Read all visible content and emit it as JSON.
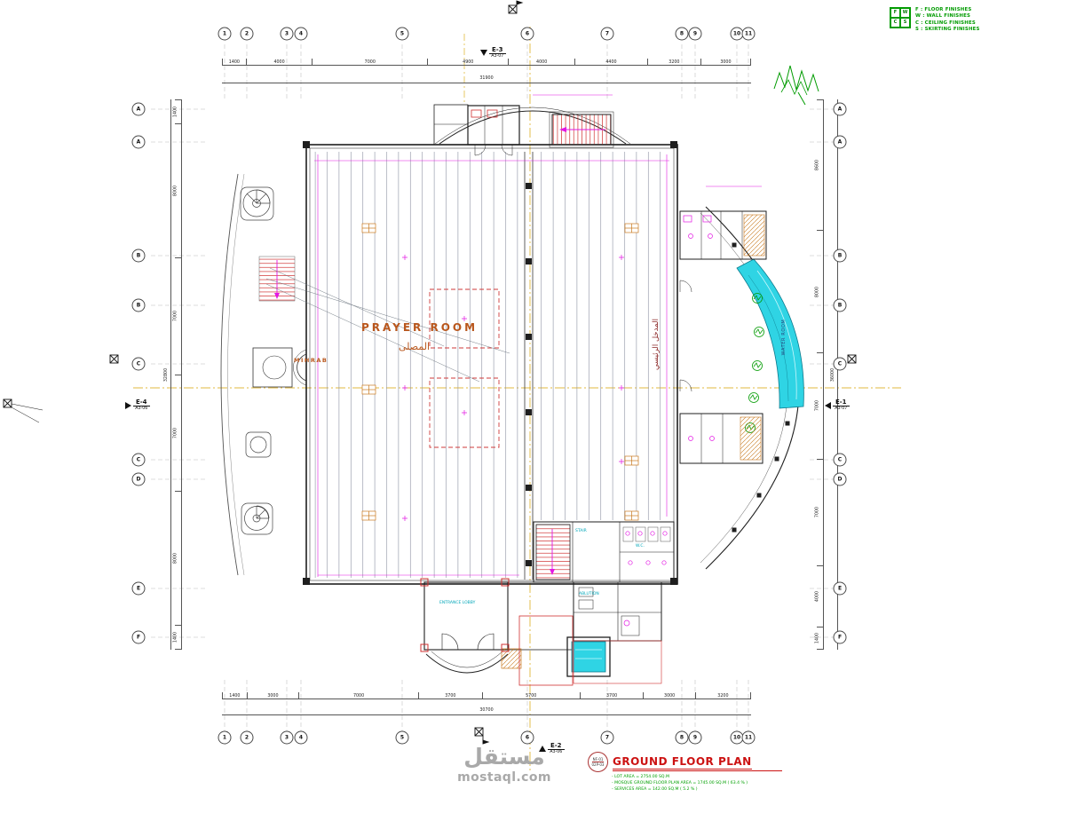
{
  "title_block": {
    "ref_top": "NF-01",
    "ref_bottom": "02P-03",
    "title": "GROUND FLOOR PLAN",
    "notes": [
      "LOT AREA = 2754.00 SQ.M",
      "MOSQUE GROUND FLOOR PLAN AREA = 1745.00 SQ.M ( 63.4 % )",
      "SERVICES AREA = 142.00 SQ.M ( 5.2 % )"
    ]
  },
  "legend": {
    "keys": [
      "F",
      "W",
      "C",
      "S"
    ],
    "items": [
      {
        "key": "F",
        "label": "FLOOR FINISHES"
      },
      {
        "key": "W",
        "label": "WALL FINISHES"
      },
      {
        "key": "C",
        "label": "CEILING FINISHES"
      },
      {
        "key": "S",
        "label": "SKIRTING FINISHES"
      }
    ]
  },
  "rooms": {
    "prayer_room": "PRAYER ROOM",
    "prayer_room_ar": "المصلى",
    "mihrab": "MIHRAB",
    "main_entrance_ar": "المدخل الرئيسي",
    "water_room": "WATER ROOM",
    "entrance_lobby": "ENTRANCE LOBBY",
    "ablution": "ABLUTION",
    "stair": "STAIR",
    "wc": "W.C."
  },
  "sections": {
    "top": {
      "id": "E-3",
      "sheet": "A3-07"
    },
    "bottom": {
      "id": "E-2",
      "sheet": "A3-06"
    },
    "left": {
      "id": "E-4",
      "sheet": "A3-06"
    },
    "right": {
      "id": "E-1",
      "sheet": "A3-07"
    }
  },
  "grid": {
    "columns": [
      "1",
      "2",
      "3",
      "4",
      "5",
      "6",
      "7",
      "8",
      "9",
      "10",
      "11"
    ],
    "rows": [
      "A",
      "A",
      "B",
      "B",
      "C",
      "C",
      "D",
      "E",
      "F"
    ]
  },
  "dimensions": {
    "top": [
      "1400",
      "4000",
      "7000",
      "4900",
      "4000",
      "4400",
      "3200",
      "3000"
    ],
    "top_total": "31900",
    "bottom": [
      "1400",
      "3000",
      "7000",
      "3700",
      "5700",
      "3700",
      "3000",
      "3200"
    ],
    "bottom_total": "30700",
    "left": [
      "1400",
      "8000",
      "7000",
      "7000",
      "8000",
      "1400"
    ],
    "left_total": "32800",
    "right": [
      "8600",
      "8000",
      "7000",
      "7000",
      "4000",
      "1400"
    ],
    "right_total": "36000"
  },
  "watermark": {
    "arabic": "مستقل",
    "site": "mostaql.com"
  },
  "colors": {
    "hatch": "#8a90a0",
    "magenta": "#e318e3",
    "red": "#d03030",
    "cyan": "#2fd4e4",
    "green": "#009b00",
    "orange": "#c8781e",
    "title_red": "#cc1212",
    "centerline": "#d8a400"
  }
}
